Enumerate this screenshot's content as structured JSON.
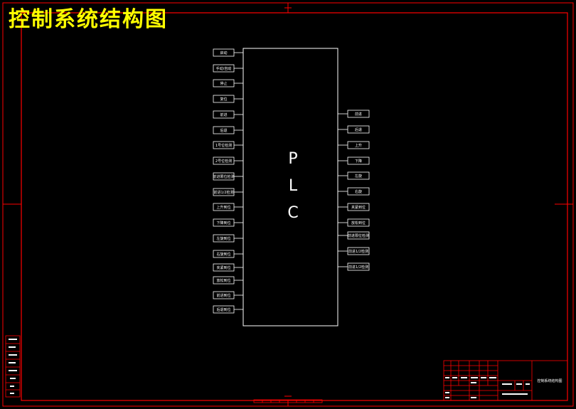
{
  "title": "控制系统结构图",
  "plc": {
    "letters": [
      "P",
      "L",
      "C"
    ]
  },
  "inputs": [
    "启动",
    "手动/自动",
    "停止",
    "复位",
    "前进",
    "后退",
    "1号位检测",
    "2号位检测",
    "前进限位检测",
    "前进1/2检测",
    "上升到位",
    "下降到位",
    "左旋到位",
    "右旋到位",
    "夹紧到位",
    "放松到位",
    "前进到位",
    "后退到位"
  ],
  "outputs": [
    "前进",
    "后退",
    "上升",
    "下降",
    "左旋",
    "右旋",
    "夹紧到位",
    "放松到位",
    "前进限位检测",
    "前进1/2检测",
    "前进1/2检测"
  ],
  "title_block": {
    "drawing_name": "控制系统结构图"
  },
  "colors": {
    "frame": "#ff0000",
    "line": "#ffffff",
    "title": "#ffff00",
    "background": "#000000"
  }
}
